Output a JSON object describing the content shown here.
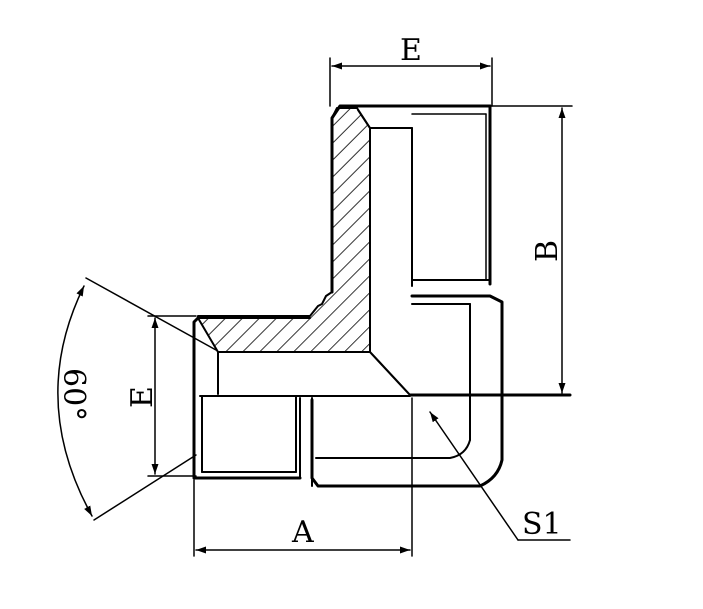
{
  "labels": {
    "e_top": "E",
    "e_left": "E",
    "b": "B",
    "a": "A",
    "s1": "S1",
    "angle": "60°"
  }
}
